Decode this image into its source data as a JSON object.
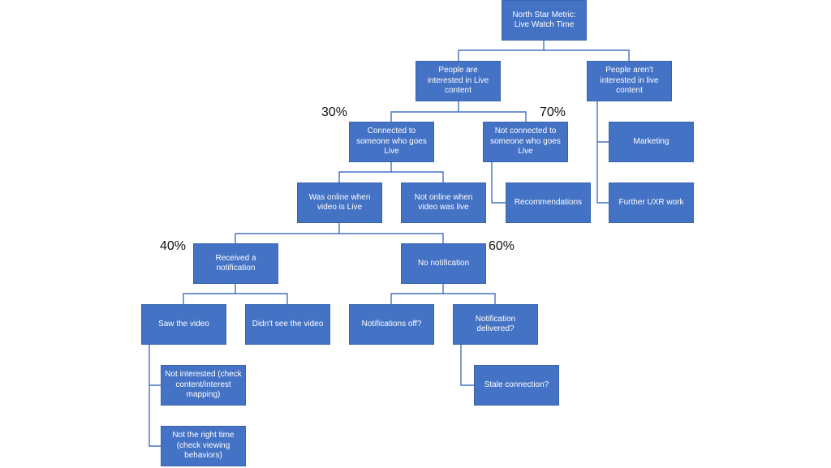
{
  "nodes": {
    "north_star": "North Star Metric: Live Watch Time",
    "interested": "People are interested in Live content",
    "not_interested": "People aren't interested in live content",
    "connected": "Connected to someone who goes Live",
    "not_connected": "Not connected to someone who goes Live",
    "marketing": "Marketing",
    "further_uxr": "Further UXR work",
    "was_online": "Was online when video is Live",
    "not_online": "Not online when video was live",
    "recommendations": "Recommendations",
    "received_notification": "Received a notification",
    "no_notification": "No notification",
    "saw_video": "Saw the video",
    "didnt_see_video": "Didn't see the video",
    "notifications_off": "Notifications off?",
    "notification_delivered": "Notification delivered?",
    "stale_connection": "Stale connection?",
    "not_interested_check": "Not interested (check content/interest mapping)",
    "not_right_time": "Not the right time (check viewing behaviors)"
  },
  "percentages": {
    "connected": "30%",
    "not_connected": "70%",
    "received_notification": "40%",
    "no_notification": "60%"
  },
  "colors": {
    "node_fill": "#4472c4",
    "node_text": "#ffffff",
    "connector": "#4472c4"
  }
}
